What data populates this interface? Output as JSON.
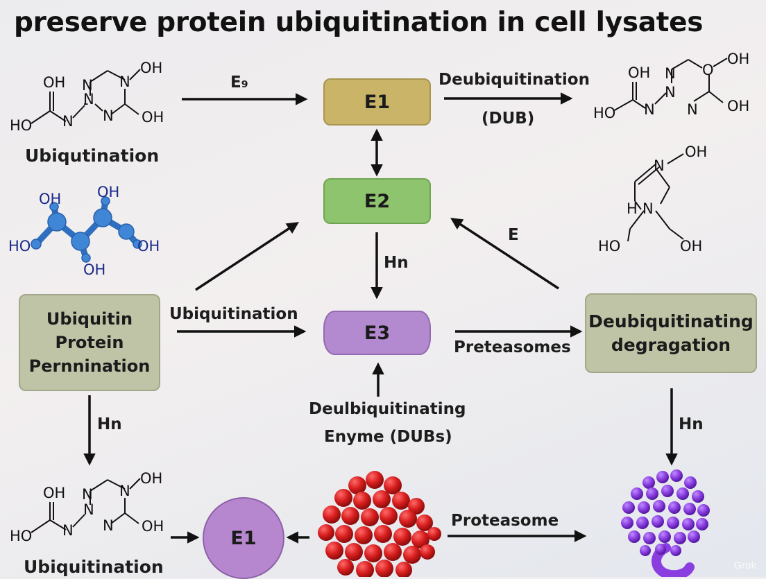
{
  "title": "preserve protein ubiquitination in cell lysates",
  "nodes": {
    "e1_top": "E1",
    "e2": "E2",
    "e3": "E3",
    "e1_bottom": "E1",
    "ubiquitin_box": [
      "Ubiquitin",
      "Protein",
      "Pernnination"
    ],
    "deubiquitinating_box": [
      "Deubiquitinating",
      "degragation"
    ]
  },
  "edge_labels": {
    "e9": "E₉",
    "deubiquitination": "Deubiquitination",
    "dub": "(DUB)",
    "hn_center": "Hn",
    "e_back": "E",
    "ubiquitination_mid": "Ubiquitination",
    "preteasomes": "Preteasomes",
    "deubiquitinating_enzyme_1": "Deulbiquitinating",
    "deubiquitinating_enzyme_2": "Enyme (DUBs)",
    "hn_left": "Hn",
    "hn_right": "Hn",
    "proteasome": "Proteasome"
  },
  "captions": {
    "top_left": "Ubiqutination",
    "bottom_left": "Ubiquitination"
  },
  "chem_labels": {
    "oh": "OH",
    "ho": "HO",
    "n": "N",
    "o": "O",
    "h": "H"
  },
  "watermark": "Grok",
  "colors": {
    "e1_top": "#c9b468",
    "e2": "#8fc46f",
    "e3": "#b38ad0",
    "e1_bottom": "#b687cf",
    "grey_box": "#c0c4a6",
    "molecule_blue": "#3f86d6",
    "cluster_red": "#d81e1e",
    "cluster_purple": "#8a3ee0"
  }
}
